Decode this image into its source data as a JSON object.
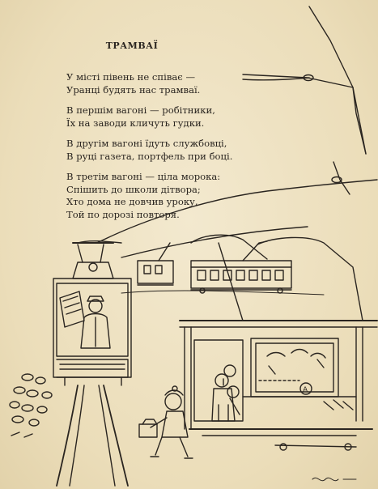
{
  "title": "ТРАМВАЇ",
  "stanzas": [
    {
      "lines": [
        "У місті півень не співає —",
        "Уранці будять нас трамваї."
      ]
    },
    {
      "lines": [
        "В першім вагоні — робітники,",
        "Їх на заводи кличуть гудки."
      ]
    },
    {
      "lines": [
        "В другім вагоні їдуть службовці,",
        "В руці газета, портфель при боці."
      ]
    },
    {
      "lines": [
        "В третім вагоні — ціла морока:",
        "Спішить до школи дітвора;",
        "Хто дома не довчив уроку,",
        "Той по дорозі повторя."
      ]
    }
  ],
  "illustration": {
    "sign_letter": "A",
    "colors": {
      "paper": "#efe3c4",
      "ink": "#2a2520"
    }
  }
}
